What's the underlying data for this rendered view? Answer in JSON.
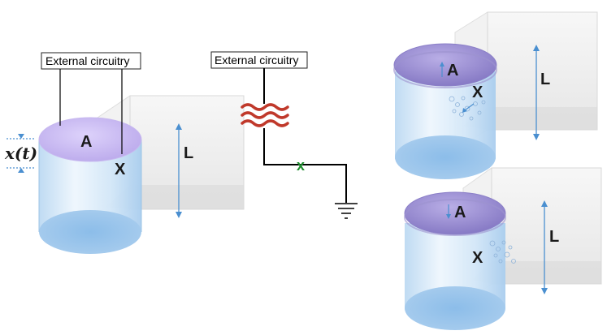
{
  "left_panel": {
    "external_label": "External circuitry",
    "plate_label": "A",
    "electrode_label": "X",
    "length_label": "L",
    "displacement_label": "x(t)"
  },
  "middle_panel": {
    "external_label": "External circuitry",
    "electrode_marker": "x"
  },
  "top_right_panel": {
    "plate_label": "A",
    "electrode_label": "X",
    "length_label": "L"
  },
  "bottom_right_panel": {
    "plate_label": "A",
    "electrode_label": "X",
    "length_label": "L"
  },
  "colors": {
    "plate": "#c8b8f0",
    "liquid": "#a9cdee",
    "cylinder": "#dceefa",
    "box": "#ececec",
    "arrow": "#4a8fd0",
    "resistor": "#c0392b",
    "marker": "#1e8c2e"
  }
}
